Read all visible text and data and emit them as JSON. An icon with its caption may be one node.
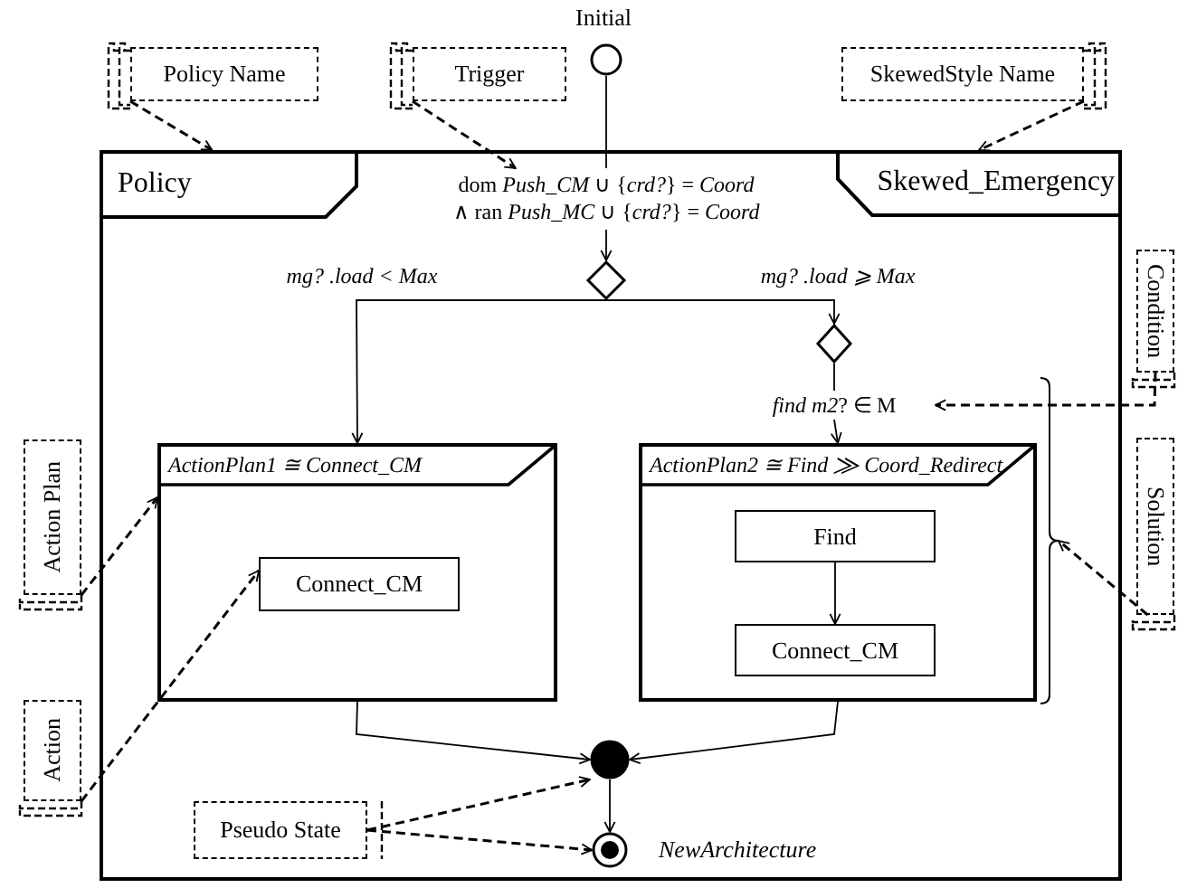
{
  "diagram": {
    "nodes": [
      {
        "text": [],
        "shape": "circle",
        "beside": [
          "Initial"
        ]
      },
      {
        "text": [
          "Policy Name"
        ]
      },
      {
        "text": [
          "Trigger"
        ]
      },
      {
        "text": [
          "SkewedStyle Name"
        ]
      },
      {
        "text": [
          "Policy"
        ]
      },
      {
        "text": [
          "Skewed_Emergency"
        ],
        "in": 4
      },
      {
        "text": [
          "dom *Push_CM* ∪ {*crd?*} = *Coord* ∧ ran *Push_MC* ∪ {*crd?*} = *Coord*"
        ],
        "in": 4
      },
      {
        "text": [
          "Condition"
        ]
      },
      {
        "text": [],
        "shape": "diamond",
        "in": 4
      },
      {
        "text": [],
        "shape": "diamond",
        "in": 4
      },
      {
        "text": [
          "*find m2*? ∈ M"
        ],
        "in": 4
      },
      {
        "text": [
          "Action Plan"
        ]
      },
      {
        "text": [
          "ActionPlan1 ≅ Connect_CM"
        ],
        "in": 4
      },
      {
        "text": [
          "Connect_CM"
        ],
        "in": 12
      },
      {
        "text": [
          "ActionPlan2 ≅ Find ⨠ Coord_Redirect"
        ],
        "in": 4
      },
      {
        "text": [
          "Find"
        ],
        "in": 14
      },
      {
        "text": [
          "Connect_CM"
        ],
        "in": 14
      },
      {
        "text": [],
        "shape": "brace",
        "in": 4
      },
      {
        "text": [
          "Solution"
        ]
      },
      {
        "text": [
          "Action"
        ]
      },
      {
        "text": [],
        "shape": "circle",
        "in": 4
      },
      {
        "text": [
          "Pseudo State"
        ],
        "in": 4
      },
      {
        "text": [],
        "shape": "circle",
        "in": 4,
        "beside": [
          "NewArchitecture"
        ]
      }
    ],
    "edges": [
      {
        "from": 0,
        "to": 6,
        "arrow": "none"
      },
      {
        "from": 6,
        "to": 8,
        "arrow": "to"
      },
      {
        "from": 8,
        "to": 12,
        "arrow": "to",
        "label": "mg? .load < Max"
      },
      {
        "from": 8,
        "to": 9,
        "arrow": "to",
        "label": "mg? .load ⩾ Max"
      },
      {
        "from": 9,
        "to": 10,
        "arrow": "none"
      },
      {
        "from": 10,
        "to": 14,
        "arrow": "to"
      },
      {
        "from": 1,
        "to": 4,
        "arrow": "to",
        "style": "dashed"
      },
      {
        "from": 2,
        "to": 6,
        "arrow": "to",
        "style": "dashed"
      },
      {
        "from": 3,
        "to": 5,
        "arrow": "to",
        "style": "dashed"
      },
      {
        "from": 7,
        "to": 10,
        "arrow": "to",
        "style": "dashed"
      },
      {
        "from": 18,
        "to": 17,
        "arrow": "to",
        "style": "dashed"
      },
      {
        "from": 11,
        "to": 12,
        "arrow": "to",
        "style": "dashed"
      },
      {
        "from": 19,
        "to": 13,
        "arrow": "to",
        "style": "dashed"
      },
      {
        "from": 21,
        "to": 20,
        "arrow": "to",
        "style": "dashed"
      },
      {
        "from": 21,
        "to": 22,
        "arrow": "to",
        "style": "dashed"
      },
      {
        "from": 15,
        "to": 16,
        "arrow": "to"
      },
      {
        "from": 12,
        "to": 20,
        "arrow": "to"
      },
      {
        "from": 14,
        "to": 20,
        "arrow": "to"
      },
      {
        "from": 20,
        "to": 22,
        "arrow": "to"
      }
    ]
  }
}
